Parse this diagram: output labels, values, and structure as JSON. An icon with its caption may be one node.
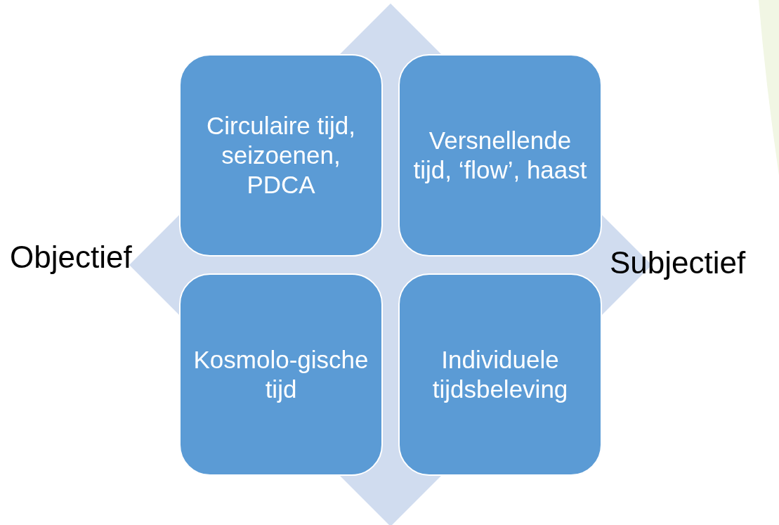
{
  "diagram": {
    "nodes": [
      {
        "text": [
          "Circulaire tijd, seizoenen, PDCA"
        ]
      },
      {
        "text": [
          "Versnellende **tijd, ‘flow’,** haast"
        ]
      },
      {
        "text": [
          "Kosmolo-gische tijd"
        ]
      },
      {
        "text": [
          "Individuele tijdsbeleving"
        ]
      }
    ],
    "labels": [
      "Objectief",
      "Subjectief"
    ]
  }
}
